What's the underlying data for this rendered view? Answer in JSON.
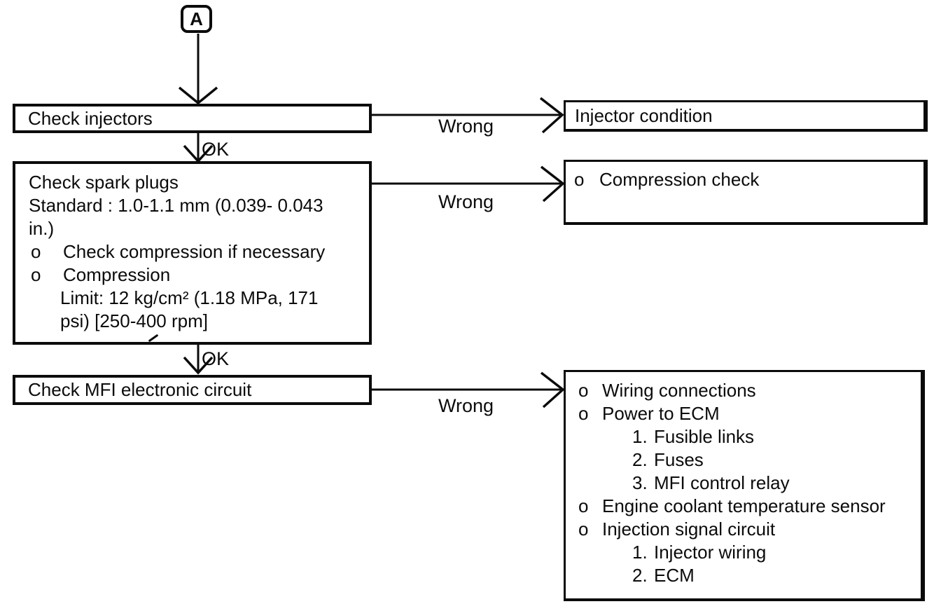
{
  "palette": {
    "ink": "#0b0b0b",
    "paper": "#ffffff"
  },
  "connector": {
    "label": "A"
  },
  "edge_labels": {
    "ok": "OK",
    "wrong": "Wrong"
  },
  "steps": {
    "check_injectors": {
      "title": "Check injectors"
    },
    "check_spark_plugs": {
      "lines": [
        {
          "marker": "",
          "text": "Check spark plugs"
        },
        {
          "marker": "",
          "text": "Standard : 1.0-1.1 mm (0.039- 0.043"
        },
        {
          "marker": "",
          "text": "in.)"
        },
        {
          "marker": "o",
          "text": "Check compression if necessary"
        },
        {
          "marker": "o",
          "text": "Compression"
        },
        {
          "marker": "",
          "text": "Limit: 12 kg/cm² (1.18 MPa, 171"
        },
        {
          "marker": "",
          "text": "psi) [250-400 rpm]"
        }
      ]
    },
    "check_mfi_circuit": {
      "title": "Check MFI electronic circuit"
    }
  },
  "results": {
    "injector_condition": {
      "title": "Injector condition"
    },
    "compression_check": {
      "marker": "o",
      "title": "Compression check"
    },
    "mfi_causes": {
      "items": [
        {
          "marker": "o",
          "text": "Wiring connections"
        },
        {
          "marker": "o",
          "text": "Power to ECM"
        },
        {
          "marker": "1.",
          "text": "Fusible links"
        },
        {
          "marker": "2.",
          "text": "Fuses"
        },
        {
          "marker": "3.",
          "text": "MFI control relay"
        },
        {
          "marker": "o",
          "text": "Engine coolant temperature sensor"
        },
        {
          "marker": "o",
          "text": "Injection signal circuit"
        },
        {
          "marker": "1.",
          "text": "Injector wiring"
        },
        {
          "marker": "2.",
          "text": "ECM"
        }
      ]
    }
  }
}
